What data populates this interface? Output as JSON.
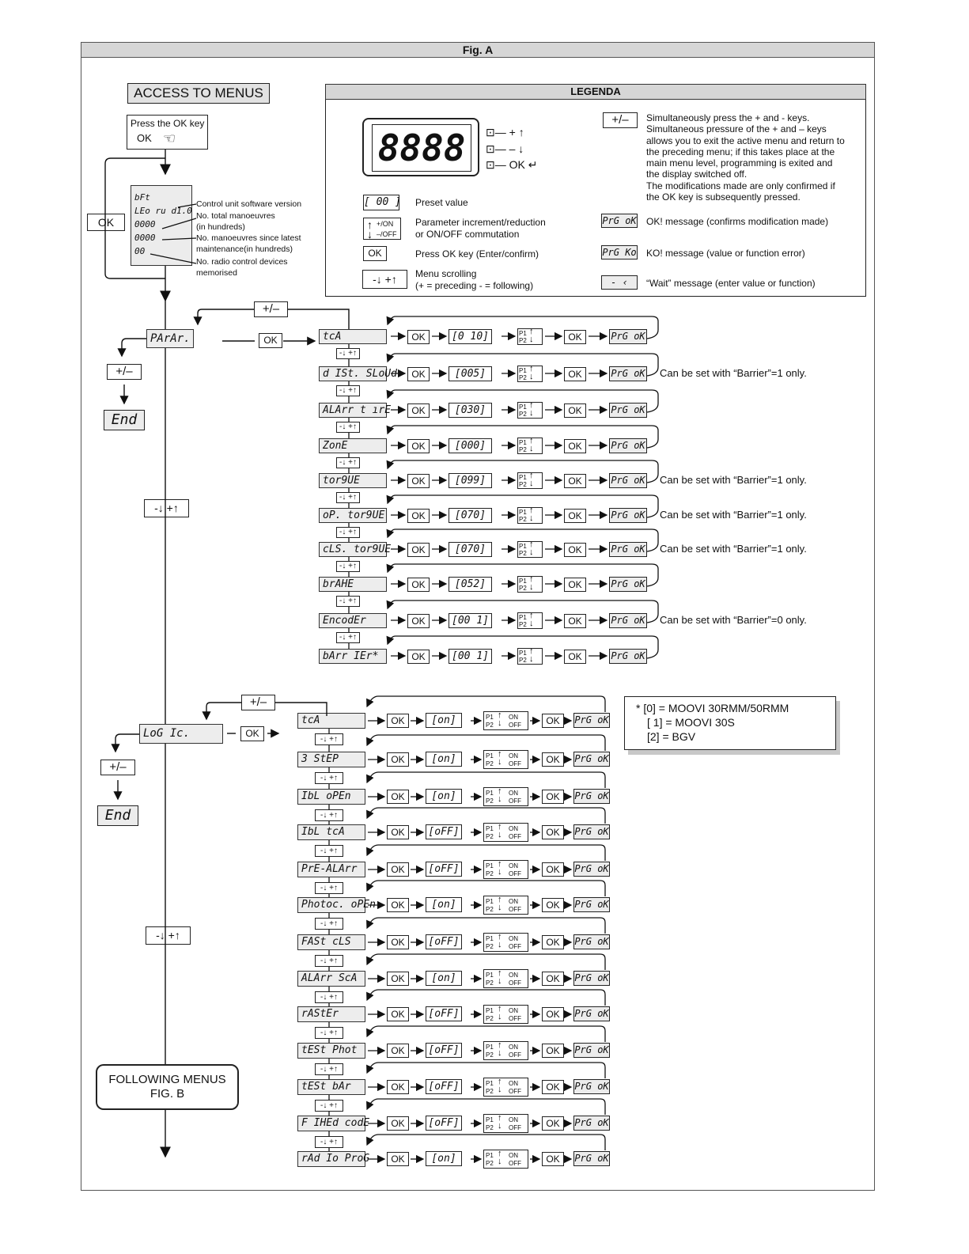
{
  "figure_title": "Fig. A",
  "access": {
    "title": "ACCESS TO MENUS",
    "press_ok_line1": "Press the OK key",
    "press_ok_line2": "OK",
    "ok_side": "OK",
    "display_lines": [
      "bFt",
      "LEo ru d1.0",
      "0000",
      "0000",
      "00"
    ],
    "display_notes": [
      "Control unit software version",
      "No. total manoeuvres",
      "(in hundreds)",
      "No. manoeuvres since latest",
      "maintenance(in hundreds)",
      "No. radio control devices",
      "memorised"
    ]
  },
  "legend": {
    "title": "LEGENDA",
    "display_digits": "8888",
    "key_plus": "+",
    "key_minus": "–",
    "key_ok": "OK",
    "preset_symbol": "[ 00 ]",
    "preset_text": "Preset value",
    "incr_on": "+/ON",
    "incr_off": "–/OFF",
    "incr_text1": "Parameter increment/reduction",
    "incr_text2": "or ON/OFF commutation",
    "ok_symbol": "OK",
    "ok_text": "Press OK key (Enter/confirm)",
    "scroll_symbol": "-↓ +↑",
    "scroll_text1": "Menu scrolling",
    "scroll_text2": "(+ = preceding   - = following)",
    "pm_symbol": "+/–",
    "pm_text": [
      "Simultaneously press the + and - keys.",
      "Simultaneous pressure of the + and – keys",
      "allows you to exit the active menu and return to",
      "the preceding menu; if this takes place at the",
      "main menu level, programming is exited and",
      "the display switched off.",
      "The modifications made are only confirmed if",
      "the OK key is subsequently pressed."
    ],
    "prgok_symbol": "PrG oK",
    "prgok_text": "OK! message (confirms modification made)",
    "prgko_symbol": "PrG Ko",
    "prgko_text": "KO! message (value or function error)",
    "wait_symbol": "- ‹",
    "wait_text": "“Wait” message (enter value or function)"
  },
  "common": {
    "ok": "OK",
    "plus_minus": "+/–",
    "end": "End",
    "scroll": "-↓ +↑",
    "prgok": "PrG oK",
    "p1": "P1",
    "p2": "P2",
    "on": "ON",
    "off": "OFF"
  },
  "param_menu": {
    "label": "PArAr.",
    "rows": [
      {
        "name": "tcA",
        "value": "[0 10]",
        "note": ""
      },
      {
        "name": "d ISt. SLoUd",
        "value": "[005]",
        "note": "Can be set with “Barrier”=1 only."
      },
      {
        "name": "ALArr t ırE",
        "value": "[030]",
        "note": ""
      },
      {
        "name": "ZonE",
        "value": "[000]",
        "note": ""
      },
      {
        "name": "tor9UE",
        "value": "[099]",
        "note": "Can be set with “Barrier”=1 only."
      },
      {
        "name": "oP. tor9UE",
        "value": "[070]",
        "note": "Can be set with “Barrier”=1 only."
      },
      {
        "name": "cLS. tor9UE",
        "value": "[070]",
        "note": "Can be set with “Barrier”=1 only."
      },
      {
        "name": "brAHE",
        "value": "[052]",
        "note": ""
      },
      {
        "name": "EncodEr",
        "value": "[00 1]",
        "note": "Can be set with “Barrier”=0 only."
      },
      {
        "name": "bArr IEr*",
        "value": "[00 1]",
        "note": ""
      }
    ]
  },
  "logic_menu": {
    "label": "LoG Ic.",
    "rows": [
      {
        "name": "tcA",
        "value": "[on]"
      },
      {
        "name": "3 StEP",
        "value": "[on]"
      },
      {
        "name": "IbL oPEn",
        "value": "[on]"
      },
      {
        "name": "IbL tcA",
        "value": "[oFF]"
      },
      {
        "name": "PrE-ALArr",
        "value": "[oFF]"
      },
      {
        "name": "Photoc. oPEn",
        "value": "[on]"
      },
      {
        "name": "FASt cLS",
        "value": "[oFF]"
      },
      {
        "name": "ALArr ScA",
        "value": "[on]"
      },
      {
        "name": "rAStEr",
        "value": "[oFF]"
      },
      {
        "name": "tESt Phot",
        "value": "[oFF]"
      },
      {
        "name": "tESt bAr",
        "value": "[oFF]"
      },
      {
        "name": "F IHEd codE",
        "value": "[oFF]"
      },
      {
        "name": "rAd Io ProG",
        "value": "[on]"
      }
    ]
  },
  "footnote": {
    "lines": [
      "*  [0] = MOOVI 30RMM/50RMM",
      "[ 1] = MOOVI 30S",
      "[2] = BGV"
    ]
  },
  "following": {
    "line1": "FOLLOWING MENUS",
    "line2": "FIG. B"
  }
}
